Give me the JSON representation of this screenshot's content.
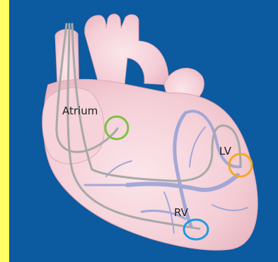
{
  "labels": {
    "atrium": "Atrium",
    "lv": "LV",
    "rv": "RV"
  },
  "colors": {
    "background": "#0c5aa0",
    "frame": "#ffff66",
    "heart": "#f7d3d9",
    "vessel": "#9aa3d6",
    "lead": "#a8a8a8",
    "atrium_marker": "#7dc242",
    "lv_marker": "#f2a922",
    "rv_marker": "#1e9be0"
  }
}
